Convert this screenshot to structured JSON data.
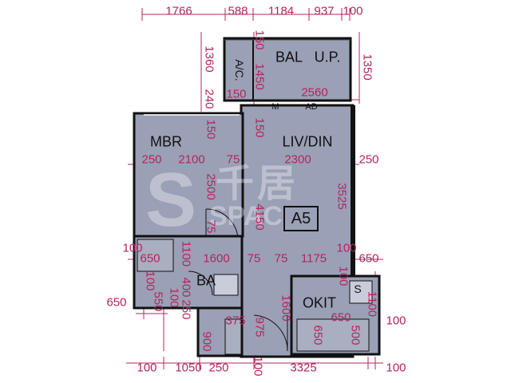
{
  "unit": "A5",
  "rooms": {
    "balcony": "BAL",
    "utility_platform": "U.P.",
    "ac_platform": "A/C.",
    "meter_arrow": "M",
    "duct": "AD",
    "master_bedroom": "MBR",
    "living_dining": "LIV/DIN",
    "bathroom": "BA",
    "kitchen": "OKIT",
    "kitchen_s": "S"
  },
  "watermark": {
    "s_mark": "S",
    "chinese": "千居",
    "english": "SPACIOI"
  },
  "dimensions": {
    "top": [
      "1766",
      "588",
      "1184",
      "937",
      "100"
    ],
    "bal_left": [
      "1360",
      "150",
      "1450",
      "240",
      "150"
    ],
    "bal_right": "1350",
    "bal_bottom": "2560",
    "mbr_top": "150",
    "liv_top": "150",
    "mid_row": [
      "250",
      "2100",
      "75",
      "2300",
      "250"
    ],
    "mbr_vertical": [
      "2500",
      "75"
    ],
    "liv_vertical": [
      "4150",
      "3525"
    ],
    "lower_row": [
      "100",
      "650",
      "1600",
      "75",
      "75",
      "1175",
      "100",
      "650"
    ],
    "ba_vertical": [
      "1100",
      "400",
      "250",
      "100"
    ],
    "small_left": [
      "100",
      "550"
    ],
    "left_650": "650",
    "kitchen_vertical": [
      "1600",
      "975",
      "650",
      "500",
      "1100"
    ],
    "kitchen_h": [
      "375",
      "650"
    ],
    "right_100": "100",
    "left_900": "900",
    "bottom": [
      "100",
      "1050",
      "250",
      "100",
      "3325",
      "100"
    ]
  }
}
